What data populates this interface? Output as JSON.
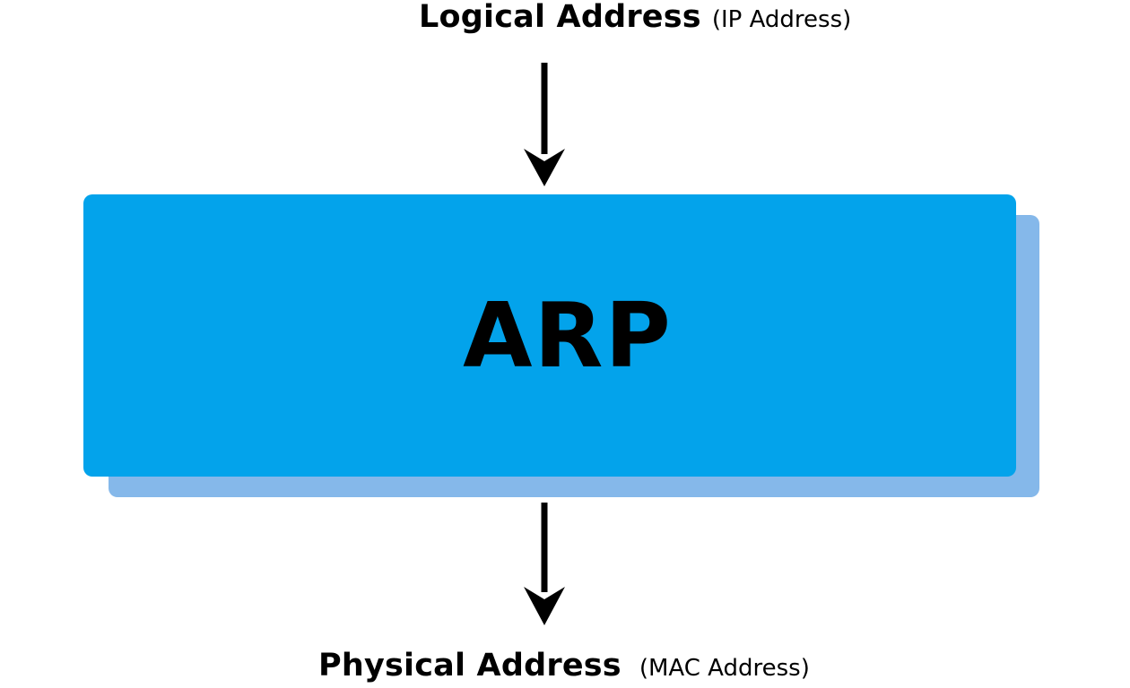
{
  "input": {
    "main": "Logical Address",
    "sub": "(IP Address)"
  },
  "process": {
    "label": "ARP"
  },
  "output": {
    "main": "Physical Address",
    "sub": "(MAC Address)"
  },
  "colors": {
    "box": "#03a3eb",
    "box_shadow": "#85b8ea",
    "arrow": "#000000",
    "text": "#000000"
  },
  "icons": {
    "arrow": "arrow-down-icon"
  }
}
